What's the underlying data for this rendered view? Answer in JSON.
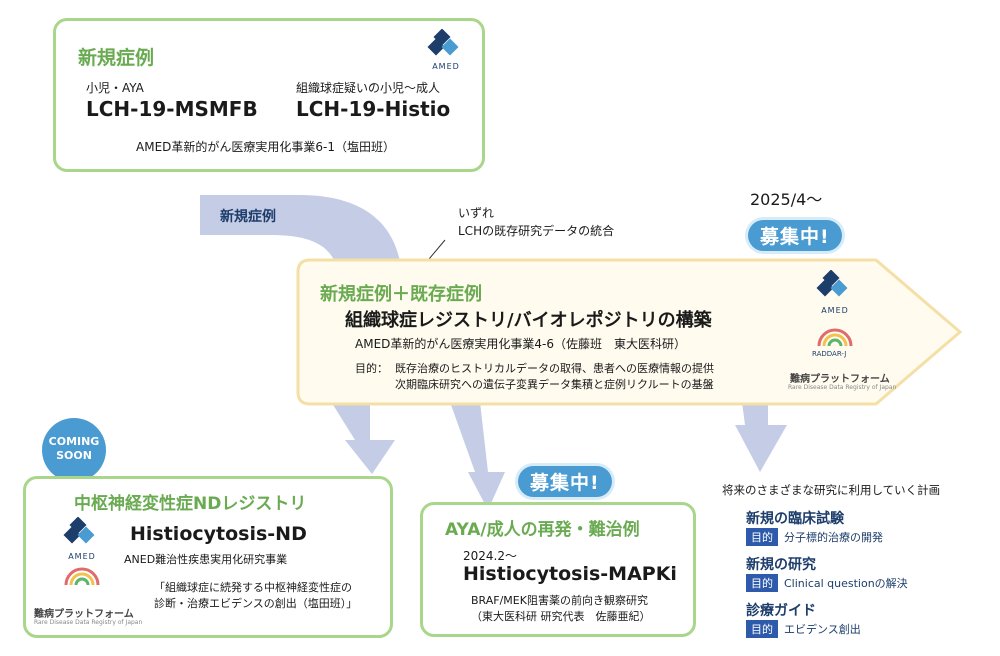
{
  "top_box": {
    "title": "新規症例",
    "left_sub": "小児・AYA",
    "left_name": "LCH-19-MSMFB",
    "right_sub": "組織球症疑いの小児～成人",
    "right_name": "LCH-19-Histio",
    "footer": "AMED革新的がん医療実用化事業6-1（塩田班）"
  },
  "amed_label": "AMED",
  "arrow_label_new": "新規症例",
  "integration_note": {
    "line1": "いずれ",
    "line2": "LCHの既存研究データの統合"
  },
  "date_label": "2025/4～",
  "recruiting_label": "募集中!",
  "central": {
    "title": "新規症例＋既存症例",
    "main": "組織球症レジストリ/バイオレポジトリの構築",
    "sub": "AMED革新的がん医療実用化事業4-6（佐藤班　東大医科研）",
    "purpose_label": "目的：",
    "purpose_line1": "既存治療のヒストリカルデータの取得、患者への医療情報の提供",
    "purpose_line2": "次期臨床研究への遺伝子変異データ集積と症例リクルートの基盤"
  },
  "raddar": {
    "label": "RADDAR-J",
    "name": "難病プラットフォーム",
    "sub": "Rare Disease Data Registry of Japan"
  },
  "coming_soon": {
    "line1": "COMING",
    "line2": "SOON"
  },
  "nd_box": {
    "title": "中枢神経変性症NDレジストリ",
    "name": "Histiocytosis-ND",
    "sub": "ANED難治性疾患実用化研究事業",
    "desc1": "「組織球症に続発する中枢神経変性症の",
    "desc2": "診断・治療エビデンスの創出（塩田班）」"
  },
  "aya_box": {
    "title": "AYA/成人の再発・難治例",
    "date": "2024.2～",
    "name": "Histiocytosis-MAPKi",
    "desc1": "BRAF/MEK阻害薬の前向き観察研究",
    "desc2": "（東大医科研 研究代表　佐藤亜紀）"
  },
  "future": {
    "heading": "将来のさまざまな研究に利用していく計画",
    "tag": "目的",
    "items": [
      {
        "title": "新規の臨床試験",
        "desc": "分子標的治療の開発"
      },
      {
        "title": "新規の研究",
        "desc": "Clinical questionの解決"
      },
      {
        "title": "診療ガイド",
        "desc": "エビデンス創出"
      }
    ]
  },
  "colors": {
    "green_border": "#a8d68a",
    "green_title": "#6aab52",
    "arrow_fill": "#c5cde6",
    "central_border": "#f4dfa6",
    "central_fill": "#fffbef",
    "badge_blue": "#4a9bd1",
    "navy": "#1d3d6b"
  }
}
